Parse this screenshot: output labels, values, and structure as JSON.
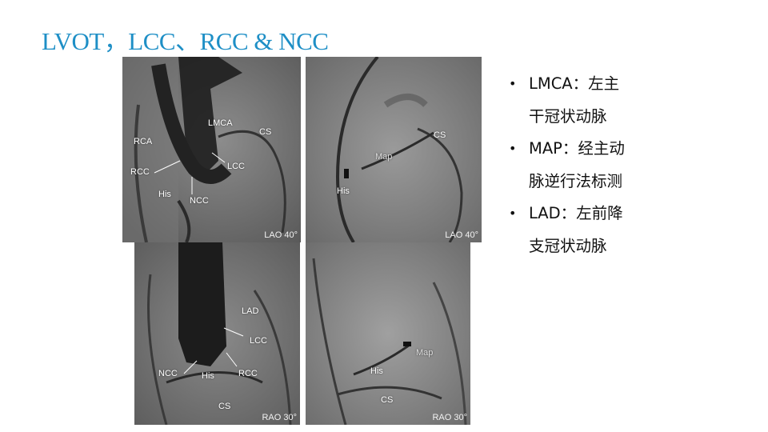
{
  "title": "LVOT，LCC、RCC & NCC",
  "panels": [
    {
      "id": "top-left",
      "labels": {
        "rca": "RCA",
        "lmca": "LMCA",
        "cs": "CS",
        "rcc": "RCC",
        "lcc": "LCC",
        "his": "His",
        "ncc": "NCC"
      },
      "view": "LAO 40°"
    },
    {
      "id": "top-right",
      "labels": {
        "cs": "CS",
        "map": "Map",
        "his": "His"
      },
      "view": "LAO 40°"
    },
    {
      "id": "bottom-left",
      "labels": {
        "lad": "LAD",
        "lcc": "LCC",
        "ncc": "NCC",
        "his": "His",
        "rcc": "RCC",
        "cs": "CS"
      },
      "view": "RAO 30°"
    },
    {
      "id": "bottom-right",
      "labels": {
        "map": "Map",
        "his": "His",
        "cs": "CS"
      },
      "view": "RAO 30°"
    }
  ],
  "bullets": [
    {
      "text": "LMCA：左主干冠状动脉"
    },
    {
      "text": "MAP：经主动脉逆行法标测"
    },
    {
      "text": "LAD：左前降支冠状动脉"
    }
  ],
  "bullet_glyph": "•"
}
